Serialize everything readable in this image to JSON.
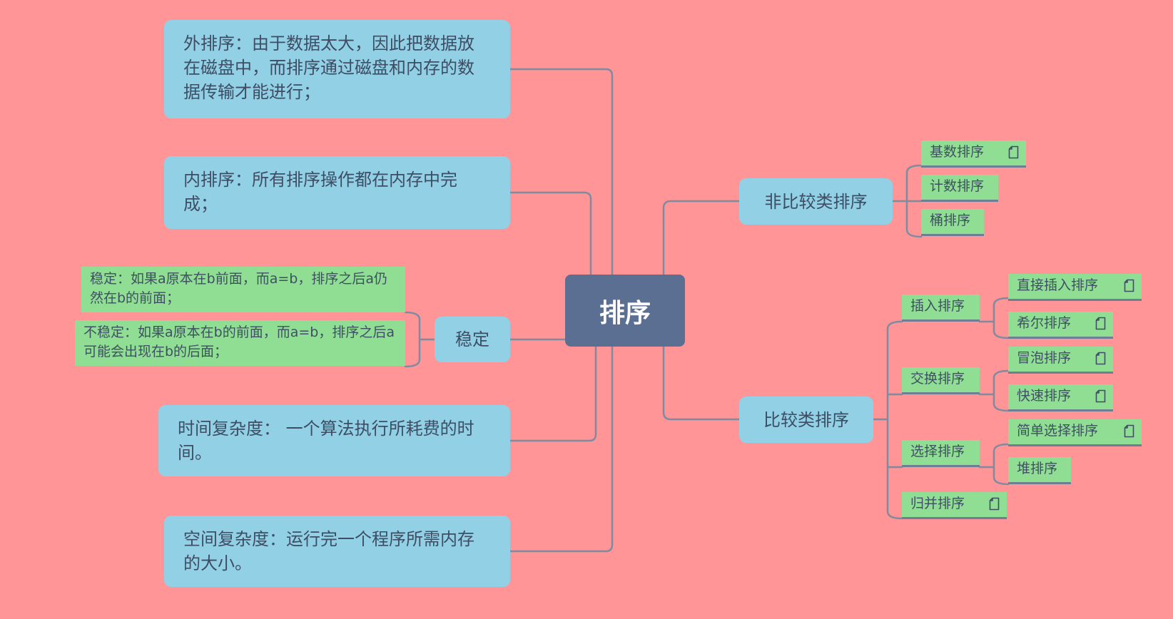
{
  "colors": {
    "background": "#ff9596",
    "central": "#5b6f93",
    "topic": "#92d0e6",
    "leaf": "#8fde94",
    "line": "#7f8ca0"
  },
  "central": {
    "label": "排序"
  },
  "left_topics": {
    "external_sort": "外排序：由于数据太大，因此把数据放在磁盘中，而排序通过磁盘和内存的数据传输才能进行；",
    "internal_sort": "内排序：所有排序操作都在内存中完成；",
    "stable": {
      "label": "稳定",
      "notes": [
        "稳定：如果a原本在b前面，而a=b，排序之后a仍然在b的前面；",
        "不稳定：如果a原本在b的前面，而a=b，排序之后a可能会出现在b的后面；"
      ]
    },
    "time_complexity": "时间复杂度： 一个算法执行所耗费的时间。",
    "space_complexity": "空间复杂度：运行完一个程序所需内存的大小。"
  },
  "right_topics": {
    "non_comparison": {
      "label": "非比较类排序",
      "children": [
        "基数排序",
        "计数排序",
        "桶排序"
      ]
    },
    "comparison": {
      "label": "比较类排序",
      "groups": [
        {
          "label": "插入排序",
          "children": [
            "直接插入排序",
            "希尔排序"
          ]
        },
        {
          "label": "交换排序",
          "children": [
            "冒泡排序",
            "快速排序"
          ]
        },
        {
          "label": "选择排序",
          "children": [
            "简单选择排序",
            "堆排序"
          ]
        },
        {
          "label": "归并排序"
        }
      ]
    }
  },
  "icons": {
    "note": "note-icon"
  }
}
